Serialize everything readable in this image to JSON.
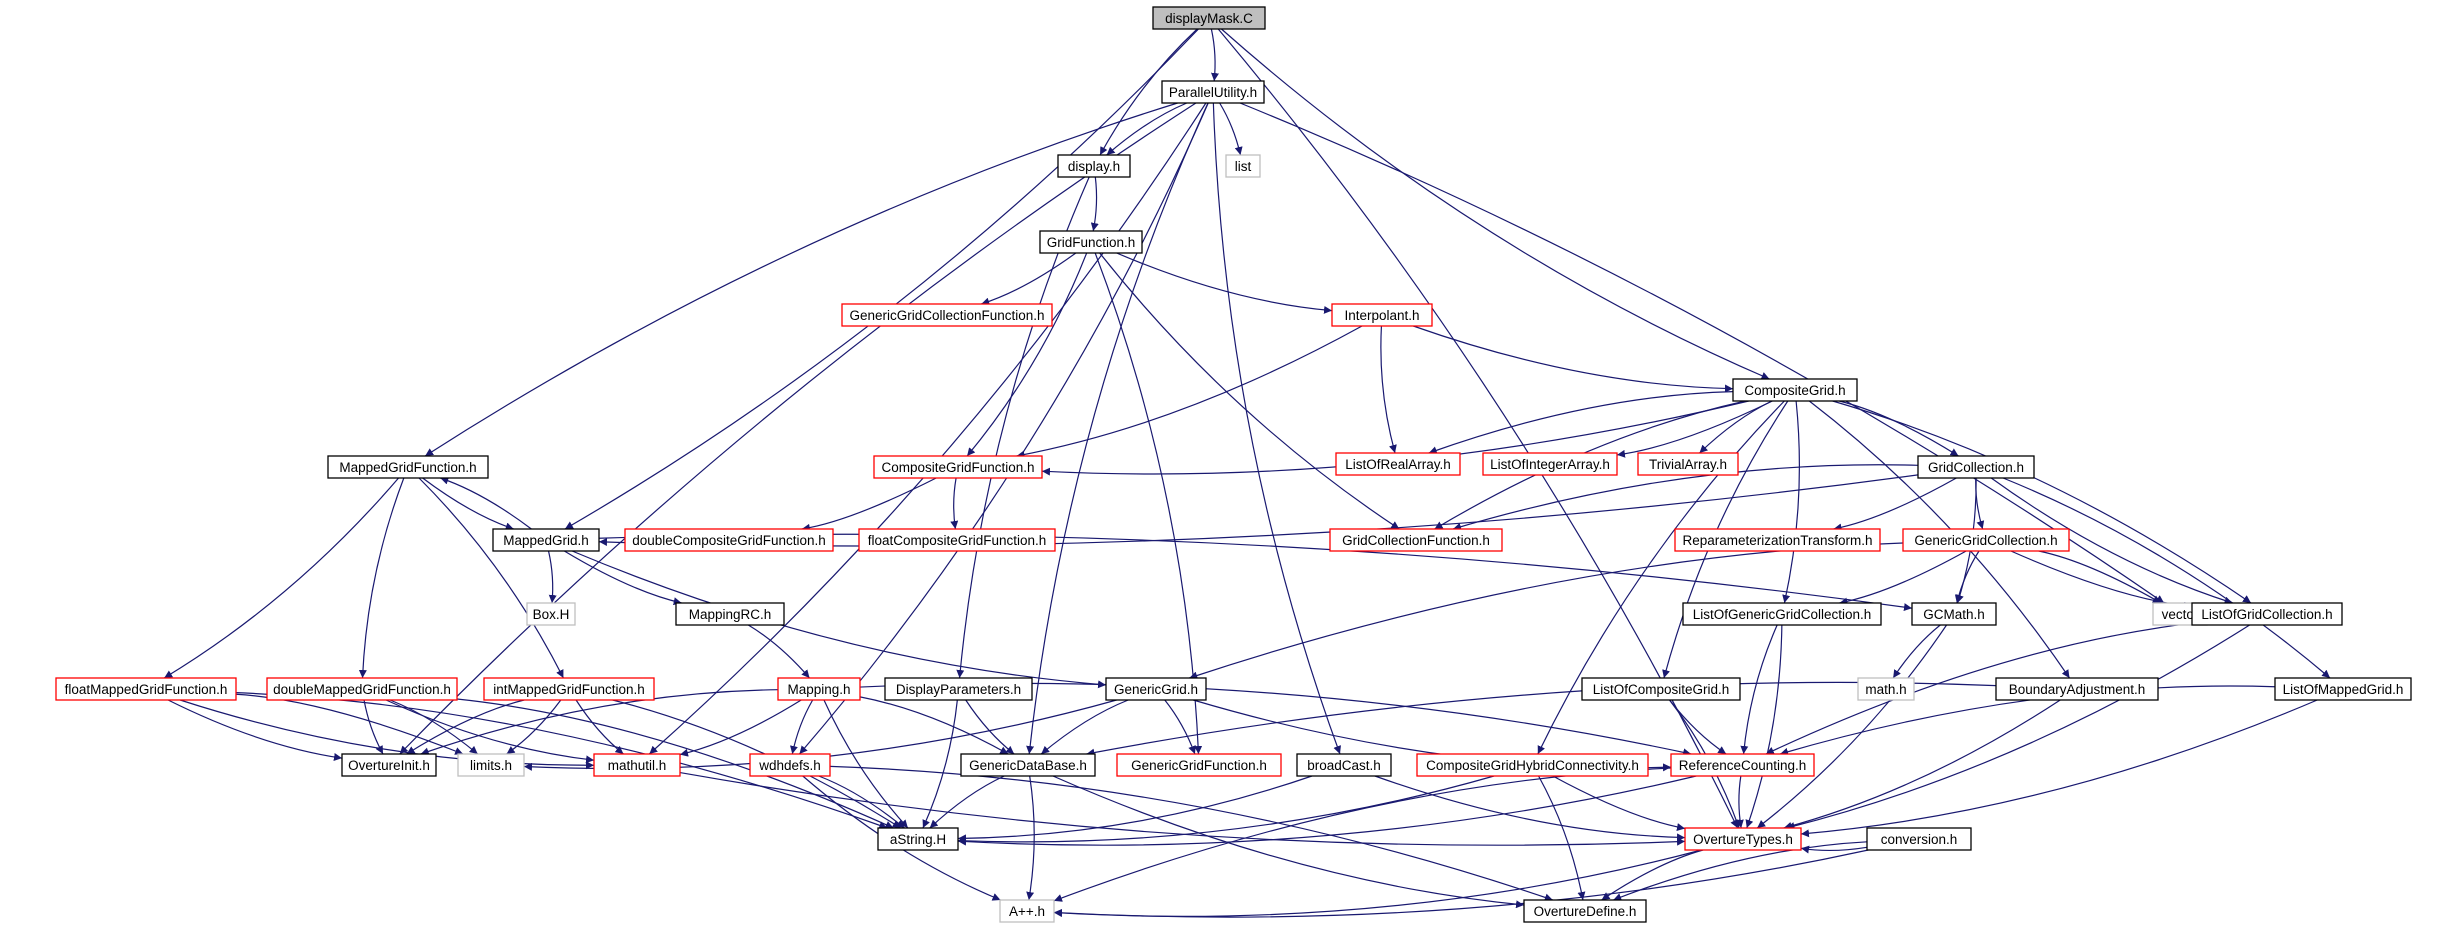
{
  "diagram": {
    "title": "",
    "colors": {
      "root_fill": "#bfbfbf",
      "documented_border": "#000000",
      "undocumented_border": "#ff0000",
      "external_border": "#bfbfbf",
      "edge": "#191970"
    },
    "nodes": [
      {
        "id": "displayMask",
        "label": "displayMask.C",
        "kind": "root"
      },
      {
        "id": "ParallelUtility",
        "label": "ParallelUtility.h",
        "kind": "doc"
      },
      {
        "id": "display",
        "label": "display.h",
        "kind": "doc"
      },
      {
        "id": "list",
        "label": "list",
        "kind": "ext"
      },
      {
        "id": "GridFunction",
        "label": "GridFunction.h",
        "kind": "doc"
      },
      {
        "id": "GenericGridCollectionFunction",
        "label": "GenericGridCollectionFunction.h",
        "kind": "red"
      },
      {
        "id": "Interpolant",
        "label": "Interpolant.h",
        "kind": "red"
      },
      {
        "id": "CompositeGrid",
        "label": "CompositeGrid.h",
        "kind": "doc"
      },
      {
        "id": "MappedGridFunction",
        "label": "MappedGridFunction.h",
        "kind": "doc"
      },
      {
        "id": "CompositeGridFunction",
        "label": "CompositeGridFunction.h",
        "kind": "red"
      },
      {
        "id": "ListOfRealArray",
        "label": "ListOfRealArray.h",
        "kind": "red"
      },
      {
        "id": "ListOfIntegerArray",
        "label": "ListOfIntegerArray.h",
        "kind": "red"
      },
      {
        "id": "TrivialArray",
        "label": "TrivialArray.h",
        "kind": "red"
      },
      {
        "id": "GridCollection",
        "label": "GridCollection.h",
        "kind": "doc"
      },
      {
        "id": "MappedGrid",
        "label": "MappedGrid.h",
        "kind": "doc"
      },
      {
        "id": "doubleCompositeGridFunction",
        "label": "doubleCompositeGridFunction.h",
        "kind": "red"
      },
      {
        "id": "floatCompositeGridFunction",
        "label": "floatCompositeGridFunction.h",
        "kind": "red"
      },
      {
        "id": "GridCollectionFunction",
        "label": "GridCollectionFunction.h",
        "kind": "red"
      },
      {
        "id": "ReparameterizationTransform",
        "label": "ReparameterizationTransform.h",
        "kind": "red"
      },
      {
        "id": "GenericGridCollection",
        "label": "GenericGridCollection.h",
        "kind": "red"
      },
      {
        "id": "BoxH",
        "label": "Box.H",
        "kind": "ext"
      },
      {
        "id": "MappingRC",
        "label": "MappingRC.h",
        "kind": "doc"
      },
      {
        "id": "ListOfGenericGridCollection",
        "label": "ListOfGenericGridCollection.h",
        "kind": "doc"
      },
      {
        "id": "GCMath",
        "label": "GCMath.h",
        "kind": "doc"
      },
      {
        "id": "vector",
        "label": "vector",
        "kind": "ext"
      },
      {
        "id": "ListOfGridCollection",
        "label": "ListOfGridCollection.h",
        "kind": "doc"
      },
      {
        "id": "floatMappedGridFunction",
        "label": "floatMappedGridFunction.h",
        "kind": "red"
      },
      {
        "id": "doubleMappedGridFunction",
        "label": "doubleMappedGridFunction.h",
        "kind": "red"
      },
      {
        "id": "intMappedGridFunction",
        "label": "intMappedGridFunction.h",
        "kind": "red"
      },
      {
        "id": "Mapping",
        "label": "Mapping.h",
        "kind": "red"
      },
      {
        "id": "DisplayParameters",
        "label": "DisplayParameters.h",
        "kind": "doc"
      },
      {
        "id": "GenericGrid",
        "label": "GenericGrid.h",
        "kind": "doc"
      },
      {
        "id": "mathH",
        "label": "math.h",
        "kind": "ext"
      },
      {
        "id": "ListOfCompositeGrid",
        "label": "ListOfCompositeGrid.h",
        "kind": "doc"
      },
      {
        "id": "BoundaryAdjustment",
        "label": "BoundaryAdjustment.h",
        "kind": "doc"
      },
      {
        "id": "ListOfMappedGrid",
        "label": "ListOfMappedGrid.h",
        "kind": "doc"
      },
      {
        "id": "OvertureInit",
        "label": "OvertureInit.h",
        "kind": "doc"
      },
      {
        "id": "limits",
        "label": "limits.h",
        "kind": "ext"
      },
      {
        "id": "mathutil",
        "label": "mathutil.h",
        "kind": "red"
      },
      {
        "id": "wdhdefs",
        "label": "wdhdefs.h",
        "kind": "red"
      },
      {
        "id": "GenericDataBase",
        "label": "GenericDataBase.h",
        "kind": "doc"
      },
      {
        "id": "GenericGridFunction",
        "label": "GenericGridFunction.h",
        "kind": "red"
      },
      {
        "id": "broadCast",
        "label": "broadCast.h",
        "kind": "doc"
      },
      {
        "id": "CompositeGridHybridConnectivity",
        "label": "CompositeGridHybridConnectivity.h",
        "kind": "red"
      },
      {
        "id": "ReferenceCounting",
        "label": "ReferenceCounting.h",
        "kind": "red"
      },
      {
        "id": "aString",
        "label": "aString.H",
        "kind": "doc"
      },
      {
        "id": "OvertureTypes",
        "label": "OvertureTypes.h",
        "kind": "red"
      },
      {
        "id": "conversion",
        "label": "conversion.h",
        "kind": "doc"
      },
      {
        "id": "App",
        "label": "A++.h",
        "kind": "ext"
      },
      {
        "id": "OvertureDefine",
        "label": "OvertureDefine.h",
        "kind": "doc"
      }
    ],
    "edges": [
      [
        "displayMask",
        "ParallelUtility"
      ],
      [
        "displayMask",
        "display"
      ],
      [
        "displayMask",
        "MappedGrid"
      ],
      [
        "displayMask",
        "CompositeGrid"
      ],
      [
        "displayMask",
        "OvertureTypes"
      ],
      [
        "ParallelUtility",
        "display"
      ],
      [
        "ParallelUtility",
        "list"
      ],
      [
        "ParallelUtility",
        "OvertureInit"
      ],
      [
        "ParallelUtility",
        "wdhdefs"
      ],
      [
        "ParallelUtility",
        "GenericDataBase"
      ],
      [
        "ParallelUtility",
        "mathutil"
      ],
      [
        "ParallelUtility",
        "broadCast"
      ],
      [
        "ParallelUtility",
        "vector"
      ],
      [
        "ParallelUtility",
        "MappedGridFunction"
      ],
      [
        "display",
        "GridFunction"
      ],
      [
        "display",
        "DisplayParameters"
      ],
      [
        "GridFunction",
        "GenericGridCollectionFunction"
      ],
      [
        "GridFunction",
        "Interpolant"
      ],
      [
        "GridFunction",
        "CompositeGridFunction"
      ],
      [
        "GridFunction",
        "GridCollectionFunction"
      ],
      [
        "GridFunction",
        "GenericGridFunction"
      ],
      [
        "Interpolant",
        "CompositeGrid"
      ],
      [
        "Interpolant",
        "CompositeGridFunction"
      ],
      [
        "Interpolant",
        "ListOfRealArray"
      ],
      [
        "CompositeGrid",
        "CompositeGridFunction"
      ],
      [
        "CompositeGrid",
        "ListOfRealArray"
      ],
      [
        "CompositeGrid",
        "ListOfIntegerArray"
      ],
      [
        "CompositeGrid",
        "TrivialArray"
      ],
      [
        "CompositeGrid",
        "GridCollection"
      ],
      [
        "CompositeGrid",
        "GridCollectionFunction"
      ],
      [
        "CompositeGrid",
        "ListOfGenericGridCollection"
      ],
      [
        "CompositeGrid",
        "ListOfCompositeGrid"
      ],
      [
        "CompositeGrid",
        "BoundaryAdjustment"
      ],
      [
        "CompositeGrid",
        "CompositeGridHybridConnectivity"
      ],
      [
        "CompositeGrid",
        "ListOfGridCollection"
      ],
      [
        "MappedGridFunction",
        "MappedGrid"
      ],
      [
        "MappedGridFunction",
        "floatMappedGridFunction"
      ],
      [
        "MappedGridFunction",
        "doubleMappedGridFunction"
      ],
      [
        "MappedGridFunction",
        "intMappedGridFunction"
      ],
      [
        "MappedGrid",
        "MappedGridFunction"
      ],
      [
        "MappedGrid",
        "BoxH"
      ],
      [
        "MappedGrid",
        "MappingRC"
      ],
      [
        "MappedGrid",
        "GCMath"
      ],
      [
        "MappedGrid",
        "GenericGrid"
      ],
      [
        "CompositeGridFunction",
        "doubleCompositeGridFunction"
      ],
      [
        "CompositeGridFunction",
        "floatCompositeGridFunction"
      ],
      [
        "GridCollection",
        "MappedGrid"
      ],
      [
        "GridCollection",
        "GridCollectionFunction"
      ],
      [
        "GridCollection",
        "ReparameterizationTransform"
      ],
      [
        "GridCollection",
        "GenericGridCollection"
      ],
      [
        "GridCollection",
        "GCMath"
      ],
      [
        "GridCollection",
        "ListOfGridCollection"
      ],
      [
        "GridCollection",
        "ListOfMappedGrid"
      ],
      [
        "GenericGridCollection",
        "GenericGrid"
      ],
      [
        "GenericGridCollection",
        "ListOfGenericGridCollection"
      ],
      [
        "GenericGridCollection",
        "GCMath"
      ],
      [
        "GenericGridCollection",
        "vector"
      ],
      [
        "GenericGridCollection",
        "ListOfGridCollection"
      ],
      [
        "MappingRC",
        "Mapping"
      ],
      [
        "ListOfGenericGridCollection",
        "ReferenceCounting"
      ],
      [
        "ListOfGenericGridCollection",
        "OvertureTypes"
      ],
      [
        "GCMath",
        "mathH"
      ],
      [
        "GCMath",
        "OvertureTypes"
      ],
      [
        "ListOfGridCollection",
        "ReferenceCounting"
      ],
      [
        "ListOfGridCollection",
        "OvertureTypes"
      ],
      [
        "floatMappedGridFunction",
        "OvertureInit"
      ],
      [
        "floatMappedGridFunction",
        "limits"
      ],
      [
        "floatMappedGridFunction",
        "mathutil"
      ],
      [
        "floatMappedGridFunction",
        "aString"
      ],
      [
        "doubleMappedGridFunction",
        "OvertureInit"
      ],
      [
        "doubleMappedGridFunction",
        "limits"
      ],
      [
        "doubleMappedGridFunction",
        "mathutil"
      ],
      [
        "doubleMappedGridFunction",
        "aString"
      ],
      [
        "intMappedGridFunction",
        "OvertureInit"
      ],
      [
        "intMappedGridFunction",
        "limits"
      ],
      [
        "intMappedGridFunction",
        "mathutil"
      ],
      [
        "intMappedGridFunction",
        "aString"
      ],
      [
        "Mapping",
        "OvertureInit"
      ],
      [
        "Mapping",
        "mathutil"
      ],
      [
        "Mapping",
        "wdhdefs"
      ],
      [
        "Mapping",
        "GenericDataBase"
      ],
      [
        "Mapping",
        "aString"
      ],
      [
        "Mapping",
        "ReferenceCounting"
      ],
      [
        "DisplayParameters",
        "GenericDataBase"
      ],
      [
        "DisplayParameters",
        "aString"
      ],
      [
        "GenericGrid",
        "GenericDataBase"
      ],
      [
        "GenericGrid",
        "GenericGridFunction"
      ],
      [
        "GenericGrid",
        "ReferenceCounting"
      ],
      [
        "GenericGrid",
        "limits"
      ],
      [
        "ListOfCompositeGrid",
        "ReferenceCounting"
      ],
      [
        "ListOfCompositeGrid",
        "OvertureTypes"
      ],
      [
        "BoundaryAdjustment",
        "GenericDataBase"
      ],
      [
        "BoundaryAdjustment",
        "OvertureTypes"
      ],
      [
        "ListOfMappedGrid",
        "ReferenceCounting"
      ],
      [
        "ListOfMappedGrid",
        "OvertureTypes"
      ],
      [
        "mathutil",
        "OvertureTypes"
      ],
      [
        "wdhdefs",
        "aString"
      ],
      [
        "wdhdefs",
        "App"
      ],
      [
        "wdhdefs",
        "OvertureDefine"
      ],
      [
        "GenericDataBase",
        "aString"
      ],
      [
        "GenericDataBase",
        "App"
      ],
      [
        "GenericDataBase",
        "OvertureDefine"
      ],
      [
        "broadCast",
        "aString"
      ],
      [
        "broadCast",
        "OvertureTypes"
      ],
      [
        "CompositeGridHybridConnectivity",
        "aString"
      ],
      [
        "CompositeGridHybridConnectivity",
        "OvertureTypes"
      ],
      [
        "CompositeGridHybridConnectivity",
        "OvertureDefine"
      ],
      [
        "ReferenceCounting",
        "OvertureTypes"
      ],
      [
        "ReferenceCounting",
        "aString"
      ],
      [
        "ReferenceCounting",
        "App"
      ],
      [
        "OvertureTypes",
        "App"
      ],
      [
        "OvertureTypes",
        "OvertureDefine"
      ],
      [
        "conversion",
        "App"
      ],
      [
        "conversion",
        "OvertureDefine"
      ],
      [
        "conversion",
        "OvertureTypes"
      ]
    ]
  }
}
